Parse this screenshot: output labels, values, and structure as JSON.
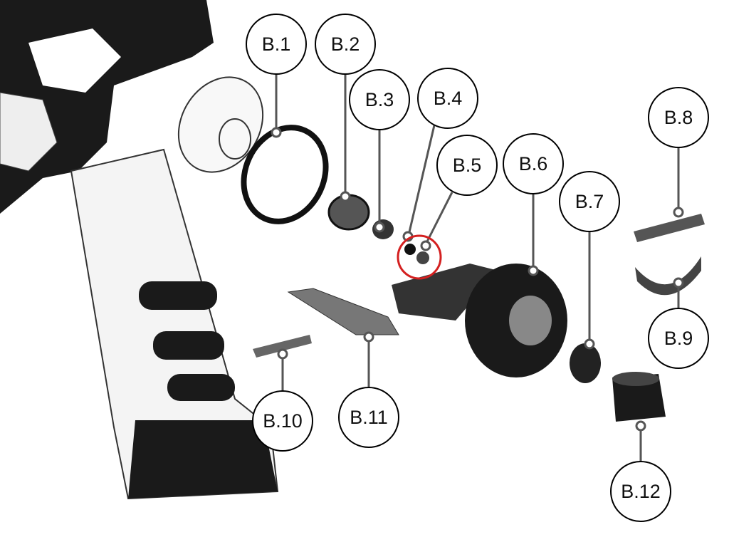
{
  "diagram": {
    "type": "exploded parts view",
    "highlight_color": "#d42020",
    "highlighted_part": "B.5",
    "callouts": [
      {
        "id": "b1",
        "label": "B.1"
      },
      {
        "id": "b2",
        "label": "B.2"
      },
      {
        "id": "b3",
        "label": "B.3"
      },
      {
        "id": "b4",
        "label": "B.4"
      },
      {
        "id": "b5",
        "label": "B.5"
      },
      {
        "id": "b6",
        "label": "B.6"
      },
      {
        "id": "b7",
        "label": "B.7"
      },
      {
        "id": "b8",
        "label": "B.8"
      },
      {
        "id": "b9",
        "label": "B.9"
      },
      {
        "id": "b10",
        "label": "B.10"
      },
      {
        "id": "b11",
        "label": "B.11"
      },
      {
        "id": "b12",
        "label": "B.12"
      }
    ]
  }
}
